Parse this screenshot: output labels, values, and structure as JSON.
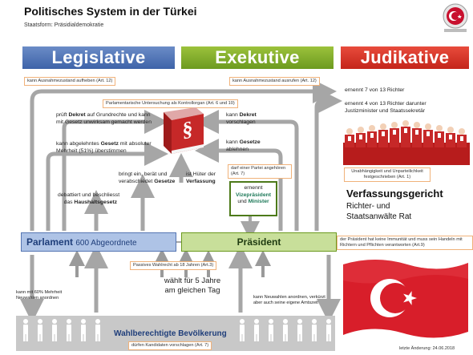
{
  "header": {
    "title": "Politisches System in der Türkei",
    "subtitle": "Staatsform: Präsidialdemokratie"
  },
  "branches": {
    "legislative": "Legislative",
    "executive": "Exekutive",
    "judicative": "Judikative"
  },
  "notes": {
    "state_of_emergency_lift": "kann Ausnahmezustand aufheben (Art. 12)",
    "state_of_emergency_declare": "kann Ausnahmezustand ausrufen (Art. 12)",
    "parliamentary_inquiry": "Parlamentarische Untersuchung als Kontrollorgan (Art. 6 und 10)",
    "party_membership": "darf einer Partei angehören (Art. 7)",
    "judges_independence": "Unabhängigkeit und Unparteilichkeit festgeschrieben (Art. 1)",
    "passive_vote": "Passives Wahlrecht ab 18 Jahren (Art.3)",
    "immunity": "der Präsident hat keine Immunität und muss sein Handeln mit Richtern und Pflichten verantworten (Art.9)",
    "candidates": "dürfen Kandidaten vorschlagen (Art. 7)"
  },
  "texts": {
    "decree_check_1": "prüft ",
    "decree_check_b": "Dekret",
    "decree_check_2": " auf Grundrechte und kann",
    "decree_check_3": "mit Gesetz unwirksam gemacht werden",
    "override_1": "kann abgelehntes ",
    "override_b": "Gesetz",
    "override_2": " mit absoluter",
    "override_3": "Mehrheit (51%) überstimmen",
    "budget_1": "debattiert und beschliesst",
    "budget_2": "das ",
    "budget_b": "Haushaltsgesetz",
    "laws_1": "bringt ein, berät und",
    "laws_2": "verabschiedet ",
    "laws_b": "Gesetze",
    "guardian_1": "ist Hüter der",
    "guardian_b": "Verfassung",
    "decree_propose_1": "kann ",
    "decree_propose_b": "Dekret",
    "decree_propose_2": "vorschlagen",
    "veto_1": "kann ",
    "veto_b": "Gesetze",
    "veto_2": "ablehnen",
    "appoints_1": "ernennt",
    "appoints_vp": "Vizepräsident",
    "appoints_and": "und ",
    "appoints_min": "Minister",
    "judges_7": "ernennt 7 von 13 Richter",
    "judges_4a": "ernennt 4 von 13 Richter darunter",
    "judges_4b": "Justizminister und Staatssekretär",
    "elected_1": "wählt für 5 Jahre",
    "elected_2": "am gleichen Tag",
    "parl_new_elect_1": "kann mit 60% Mehrheit",
    "parl_new_elect_2": "Neuwahlen anordnen",
    "pres_new_elect_1": "kann Neuwahlen anordnen, verkürzt",
    "pres_new_elect_2": "aber auch seine eigene Amtszeit"
  },
  "parliament": {
    "label": "Parlament",
    "seats": "600 Abgeordnete"
  },
  "president": {
    "label": "Präsident"
  },
  "court": {
    "title": "Verfassungsgericht",
    "sub1": "Richter- und",
    "sub2": "Staatsanwälte Rat"
  },
  "population": {
    "label": "Wahlberechtigte Bevölkerung"
  },
  "footer": {
    "last_change": "letzte Änderung: 24.06.2018"
  },
  "icons": {
    "book": "constitution-book-icon",
    "flag": "turkish-flag",
    "judges": "judges-icon",
    "people": "people-icon",
    "emblem": "parliament-emblem-icon"
  },
  "colors": {
    "legislative": "#3e63a8",
    "executive": "#6c9a1f",
    "judicative": "#c4251a",
    "arrow": "#a6a6a6"
  }
}
